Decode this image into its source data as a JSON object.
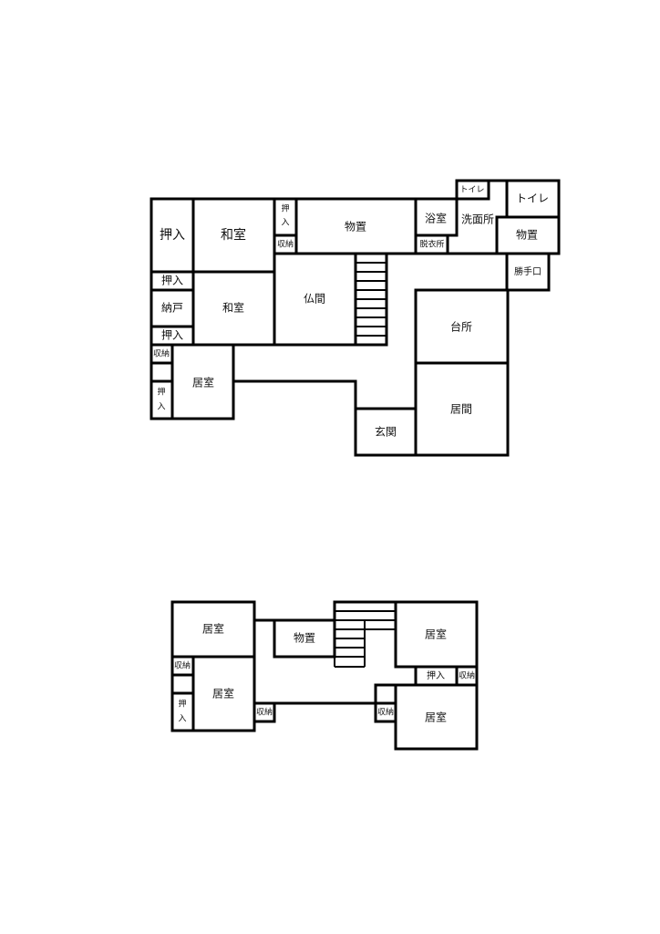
{
  "floor1": {
    "rooms": {
      "oshiire_a": "押入",
      "washitsu_a": "和室",
      "oshiire_small": "押入",
      "shuno_a": "収納",
      "monooki_main": "物置",
      "yokushitsu": "浴室",
      "datsuisho": "脱衣所",
      "senmenjo": "洗面所",
      "toilet_small": "トイレ",
      "toilet": "トイレ",
      "monooki_small": "物置",
      "katteguchi": "勝手口",
      "oshiire_b": "押入",
      "nando": "納戸",
      "oshiire_c": "押入",
      "washitsu_b": "和室",
      "butsuma": "仏間",
      "daidokoro": "台所",
      "shuno_b": "収納",
      "oshiire_d": "押入",
      "kyoshitsu": "居室",
      "genkan": "玄関",
      "ima": "居間"
    }
  },
  "floor2": {
    "rooms": {
      "kyoshitsu_a": "居室",
      "monooki": "物置",
      "kyoshitsu_b": "居室",
      "shuno_a": "収納",
      "kyoshitsu_c": "居室",
      "oshiire_a": "押入",
      "shuno_b": "収納",
      "shuno_c": "収納",
      "oshiire_b": "押入",
      "shuno_d": "収納",
      "kyoshitsu_d": "居室"
    }
  }
}
